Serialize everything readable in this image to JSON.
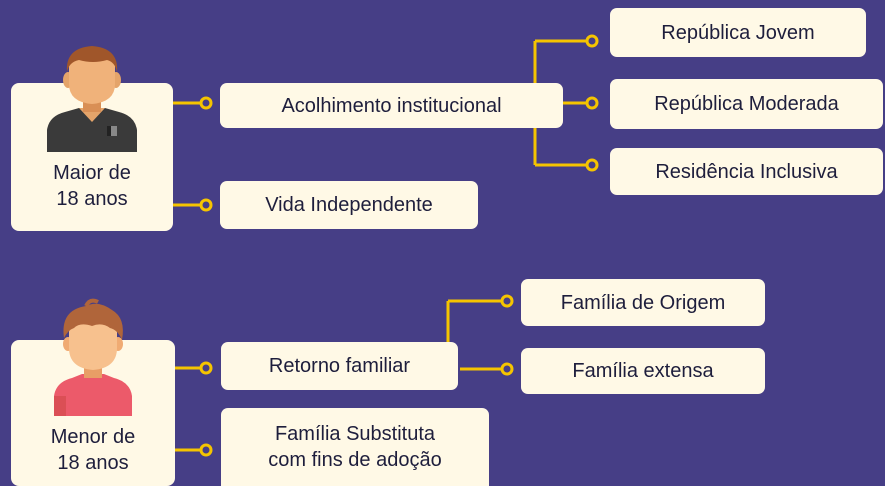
{
  "colors": {
    "background": "#463e86",
    "box": "#fff9e6",
    "connector": "#f5c400",
    "text": "#1e1e3c"
  },
  "groups": {
    "adult": {
      "label_line1": "Maior de",
      "label_line2": "18 anos",
      "icon": "adult-man-icon",
      "options": {
        "acolhimento": "Acolhimento institucional",
        "vida_independente": "Vida Independente"
      },
      "acolhimento_sub": {
        "republica_jovem": "República Jovem",
        "republica_moderada": "República Moderada",
        "residencia_inclusiva": "Residência Inclusiva"
      }
    },
    "minor": {
      "label_line1": "Menor de",
      "label_line2": "18 anos",
      "icon": "child-boy-icon",
      "options": {
        "retorno_familiar": "Retorno familiar",
        "substituta_line1": "Família Substituta",
        "substituta_line2": "com fins de adoção"
      },
      "retorno_sub": {
        "familia_origem": "Família de Origem",
        "familia_extensa": "Família extensa"
      }
    }
  }
}
